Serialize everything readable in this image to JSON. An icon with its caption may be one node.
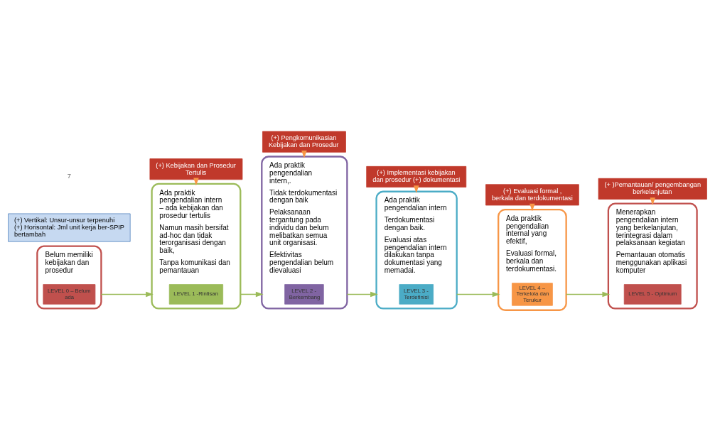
{
  "diagram": {
    "nodes": [
      {
        "text": [
          "Belum memiliki kebijakan dan prosedur"
        ]
      },
      {
        "text": [
          "LEVEL 0 – Belum ada"
        ],
        "in": 0
      },
      {
        "text": [
          "Ada praktik pengendalian intern – ada kebijakan dan prosedur tertulis",
          "Namun masih bersifat ad-hoc dan tidak terorganisasi dengan baik,",
          "Tanpa komunikasi dan pemantauan"
        ]
      },
      {
        "text": [
          "LEVEL 1 -Rintisan"
        ],
        "in": 2
      },
      {
        "text": [
          "Ada praktik pengendalian intern,.",
          "Tidak terdokumentasi dengan baik",
          "Pelaksanaan tergantung pada individu dan belum melibatkan semua unit organisasi.",
          "Efektivitas pengendalian belum dievaluasi"
        ]
      },
      {
        "text": [
          "LEVEL 2 - Berkembang"
        ],
        "in": 4
      },
      {
        "text": [
          "Ada praktik pengendalian intern",
          "Terdokumentasi dengan baik.",
          "Evaluasi atas pengendalian intern dilakukan tanpa dokumentasi yang memadai."
        ]
      },
      {
        "text": [
          "LEVEL 3 - Terdefinisi"
        ],
        "in": 6
      },
      {
        "text": [
          "Ada praktik pengendalian internal yang efektif,",
          "Evaluasi formal, berkala dan terdokumentasi."
        ]
      },
      {
        "text": [
          "LEVEL 4 – Terkelola dan Terukur"
        ],
        "in": 8
      },
      {
        "text": [
          "Menerapkan pengendalian intern yang berkelanjutan, terintegrasi dalam pelaksanaan kegiatan",
          "Pemantauan otomatis menggunakan aplikasi komputer"
        ]
      },
      {
        "text": [
          "LEVEL 5 - Optimum"
        ],
        "in": 10
      },
      {
        "text": [
          "(+) Pengkomunikasian Kebijakan dan Prosedur"
        ]
      },
      {
        "text": [
          "(+) Evaluasi formal , berkala dan terdokumentasi"
        ]
      },
      {
        "text": [
          "(+) Kebijakan dan Prosedur Tertulis"
        ]
      },
      {
        "text": [
          "(+) Implementasi kebijakan dan prosedur (+) dokumentasi"
        ]
      },
      {
        "text": [
          "(+ )Pemantauan/ pengembangan berkelanjutan"
        ]
      },
      {
        "text": [
          "(+) Vertikal: Unsur-unsur terpenuhi",
          "(+) Horisontal: Jml unit kerja ber-SPIP bertambah"
        ]
      }
    ],
    "edges": [
      {
        "from": 0,
        "to": 2,
        "arrow": "to",
        "color": "#9bbb59"
      },
      {
        "from": 2,
        "to": 4,
        "arrow": "to",
        "color": "#9bbb59"
      },
      {
        "from": 4,
        "to": 6,
        "arrow": "to",
        "color": "#9bbb59"
      },
      {
        "from": 6,
        "to": 8,
        "arrow": "to",
        "color": "#9bbb59"
      },
      {
        "from": 8,
        "to": 10,
        "arrow": "to",
        "color": "#9bbb59"
      },
      {
        "from": 14,
        "to": 2,
        "arrow": "to",
        "color": "#f79646"
      },
      {
        "from": 12,
        "to": 4,
        "arrow": "to",
        "color": "#f79646"
      },
      {
        "from": 15,
        "to": 6,
        "arrow": "to",
        "color": "#f79646"
      },
      {
        "from": 13,
        "to": 8,
        "arrow": "to",
        "color": "#f79646"
      },
      {
        "from": 16,
        "to": 10,
        "arrow": "to",
        "color": "#f79646"
      }
    ],
    "labels": [
      "7"
    ]
  }
}
